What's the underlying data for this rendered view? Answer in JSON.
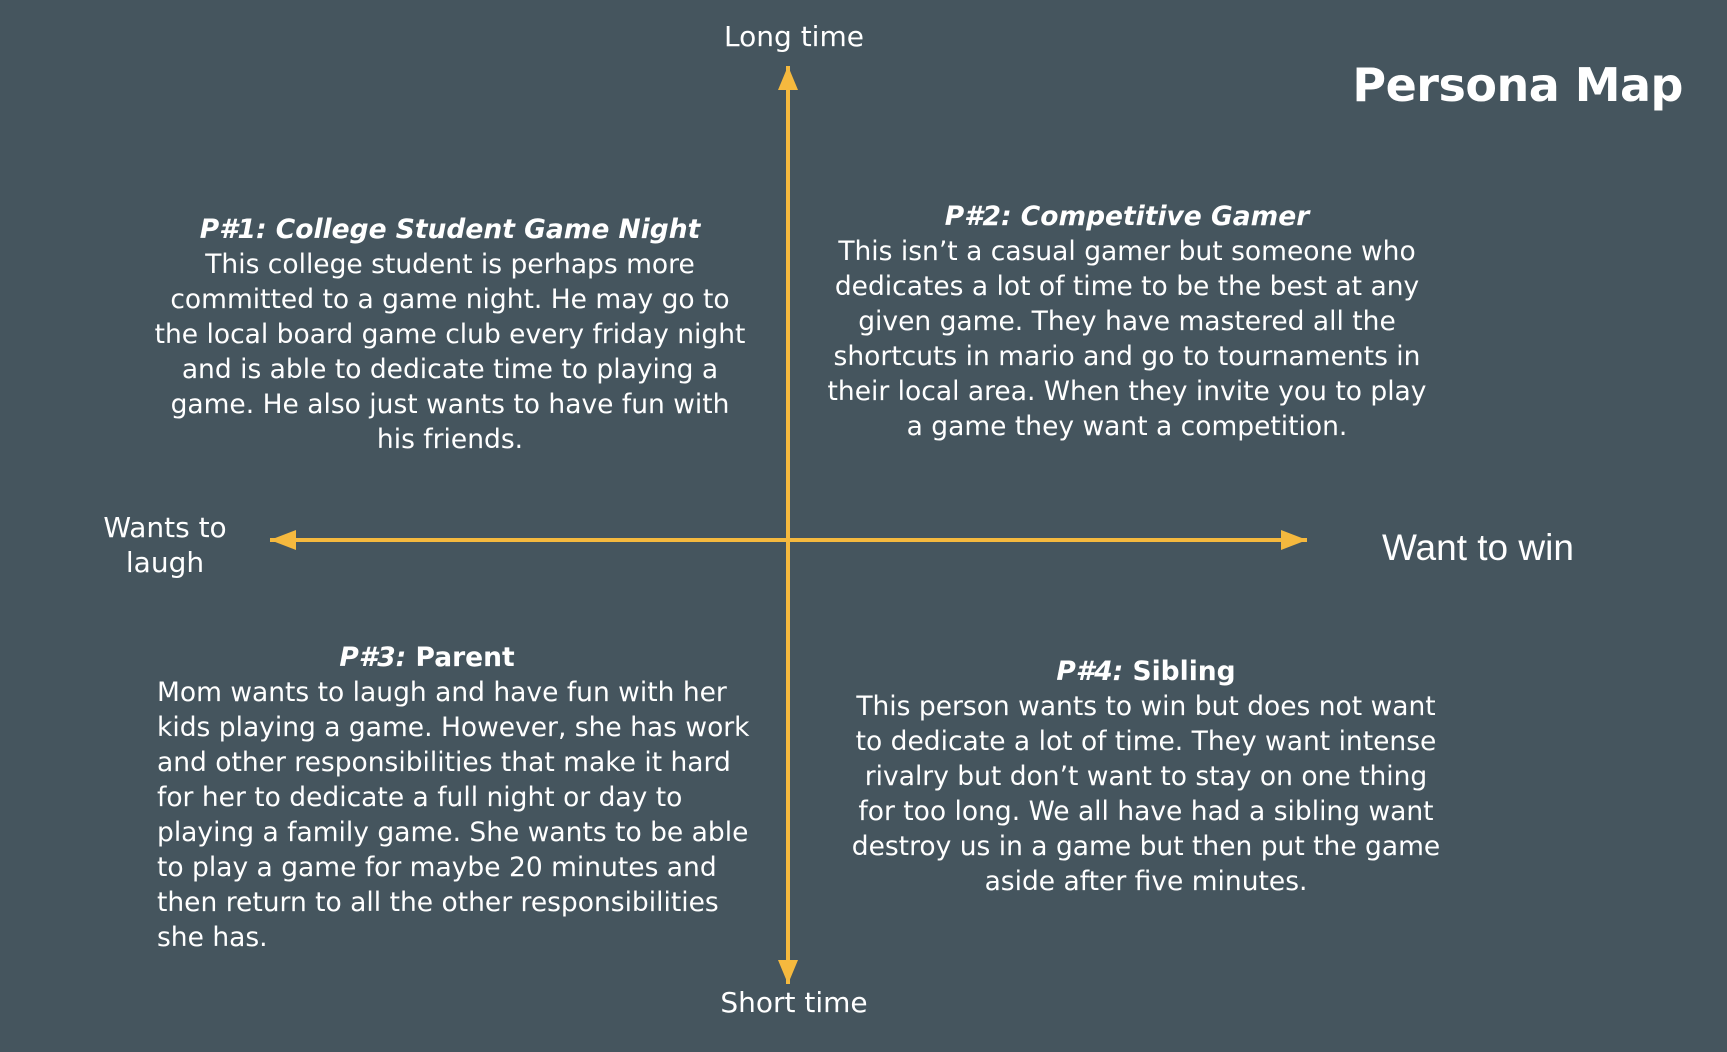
{
  "title": "Persona Map",
  "axes": {
    "top": "Long time",
    "bottom": "Short time",
    "left": "Wants to laugh",
    "right": "Want to win"
  },
  "colors": {
    "background": "#45555e",
    "axis": "#f5b93e",
    "text": "#ffffff"
  },
  "personas": [
    {
      "title": "P#1: College Student Game Night",
      "body": "This college student is perhaps more committed to a game night. He may go to the local board game club every friday night and is able to dedicate time to playing a game. He also just wants to have fun with his friends."
    },
    {
      "title": "P#2: Competitive Gamer",
      "body": "This isn’t a casual gamer but someone who dedicates a lot of time to be the best at any given game. They have mastered all the shortcuts in mario and go to tournaments in their local area. When they invite you to play a game they want a competition."
    },
    {
      "title": "P#3:",
      "title_name": "Parent",
      "body": "Mom wants to laugh and have fun with her kids playing a game. However, she has work and other responsibilities that make it hard for her to dedicate a full night or day to playing a family game. She wants to be able to play a game for maybe 20 minutes and then return to all the other responsibilities she has."
    },
    {
      "title": "P#4:",
      "title_name": "Sibling",
      "body": "This person wants to win but does not want to dedicate a lot of time. They want intense rivalry but don’t want to stay on one thing for too long. We all have had a sibling want destroy us in a game but then put the game aside after five minutes."
    }
  ]
}
